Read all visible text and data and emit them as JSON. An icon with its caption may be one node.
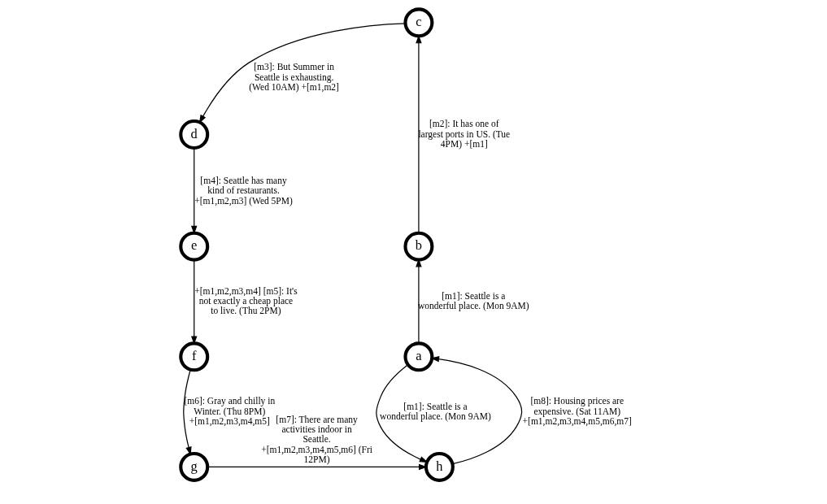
{
  "diagram": {
    "nodes": [
      {
        "text": [
          "a"
        ]
      },
      {
        "text": [
          "b"
        ]
      },
      {
        "text": [
          "c"
        ]
      },
      {
        "text": [
          "d"
        ]
      },
      {
        "text": [
          "e"
        ]
      },
      {
        "text": [
          "f"
        ]
      },
      {
        "text": [
          "g"
        ]
      },
      {
        "text": [
          "h"
        ]
      }
    ],
    "edges": [
      {
        "from": 0,
        "to": 1,
        "arrow": "to",
        "label": "[m1]: Seattle is a wonderful place. (Mon 9AM)"
      },
      {
        "from": 1,
        "to": 2,
        "arrow": "to",
        "label": "[m2]: It has one of largest ports in US. (Tue 4PM) +[m1]"
      },
      {
        "from": 2,
        "to": 3,
        "arrow": "to",
        "label": "[m3]: But Summer in Seattle is exhausting. (Wed 10AM) +[m1,m2]"
      },
      {
        "from": 3,
        "to": 4,
        "arrow": "to",
        "label": "[m4]: Seattle has many kind of restaurants. +[m1,m2,m3] (Wed 5PM)"
      },
      {
        "from": 4,
        "to": 5,
        "arrow": "to",
        "label": "+[m1,m2,m3,m4] [m5]: It's not exactly a cheap place to live. (Thu 2PM)"
      },
      {
        "from": 5,
        "to": 6,
        "arrow": "to",
        "label": "[m6]: Gray and chilly in Winter. (Thu 8PM) +[m1,m2,m3,m4,m5]"
      },
      {
        "from": 6,
        "to": 7,
        "arrow": "to",
        "label": "[m7]: There are many activities indoor in Seattle. +[m1,m2,m3,m4,m5,m6] (Fri 12PM)"
      },
      {
        "from": 7,
        "to": 0,
        "arrow": "to",
        "label": "[m8]: Housing prices are expensive. (Sat 11AM) +[m1,m2,m3,m4,m5,m6,m7]"
      },
      {
        "from": 0,
        "to": 7,
        "arrow": "to",
        "label": "[m1]: Seattle is a wonderful place. (Mon 9AM)"
      }
    ]
  }
}
